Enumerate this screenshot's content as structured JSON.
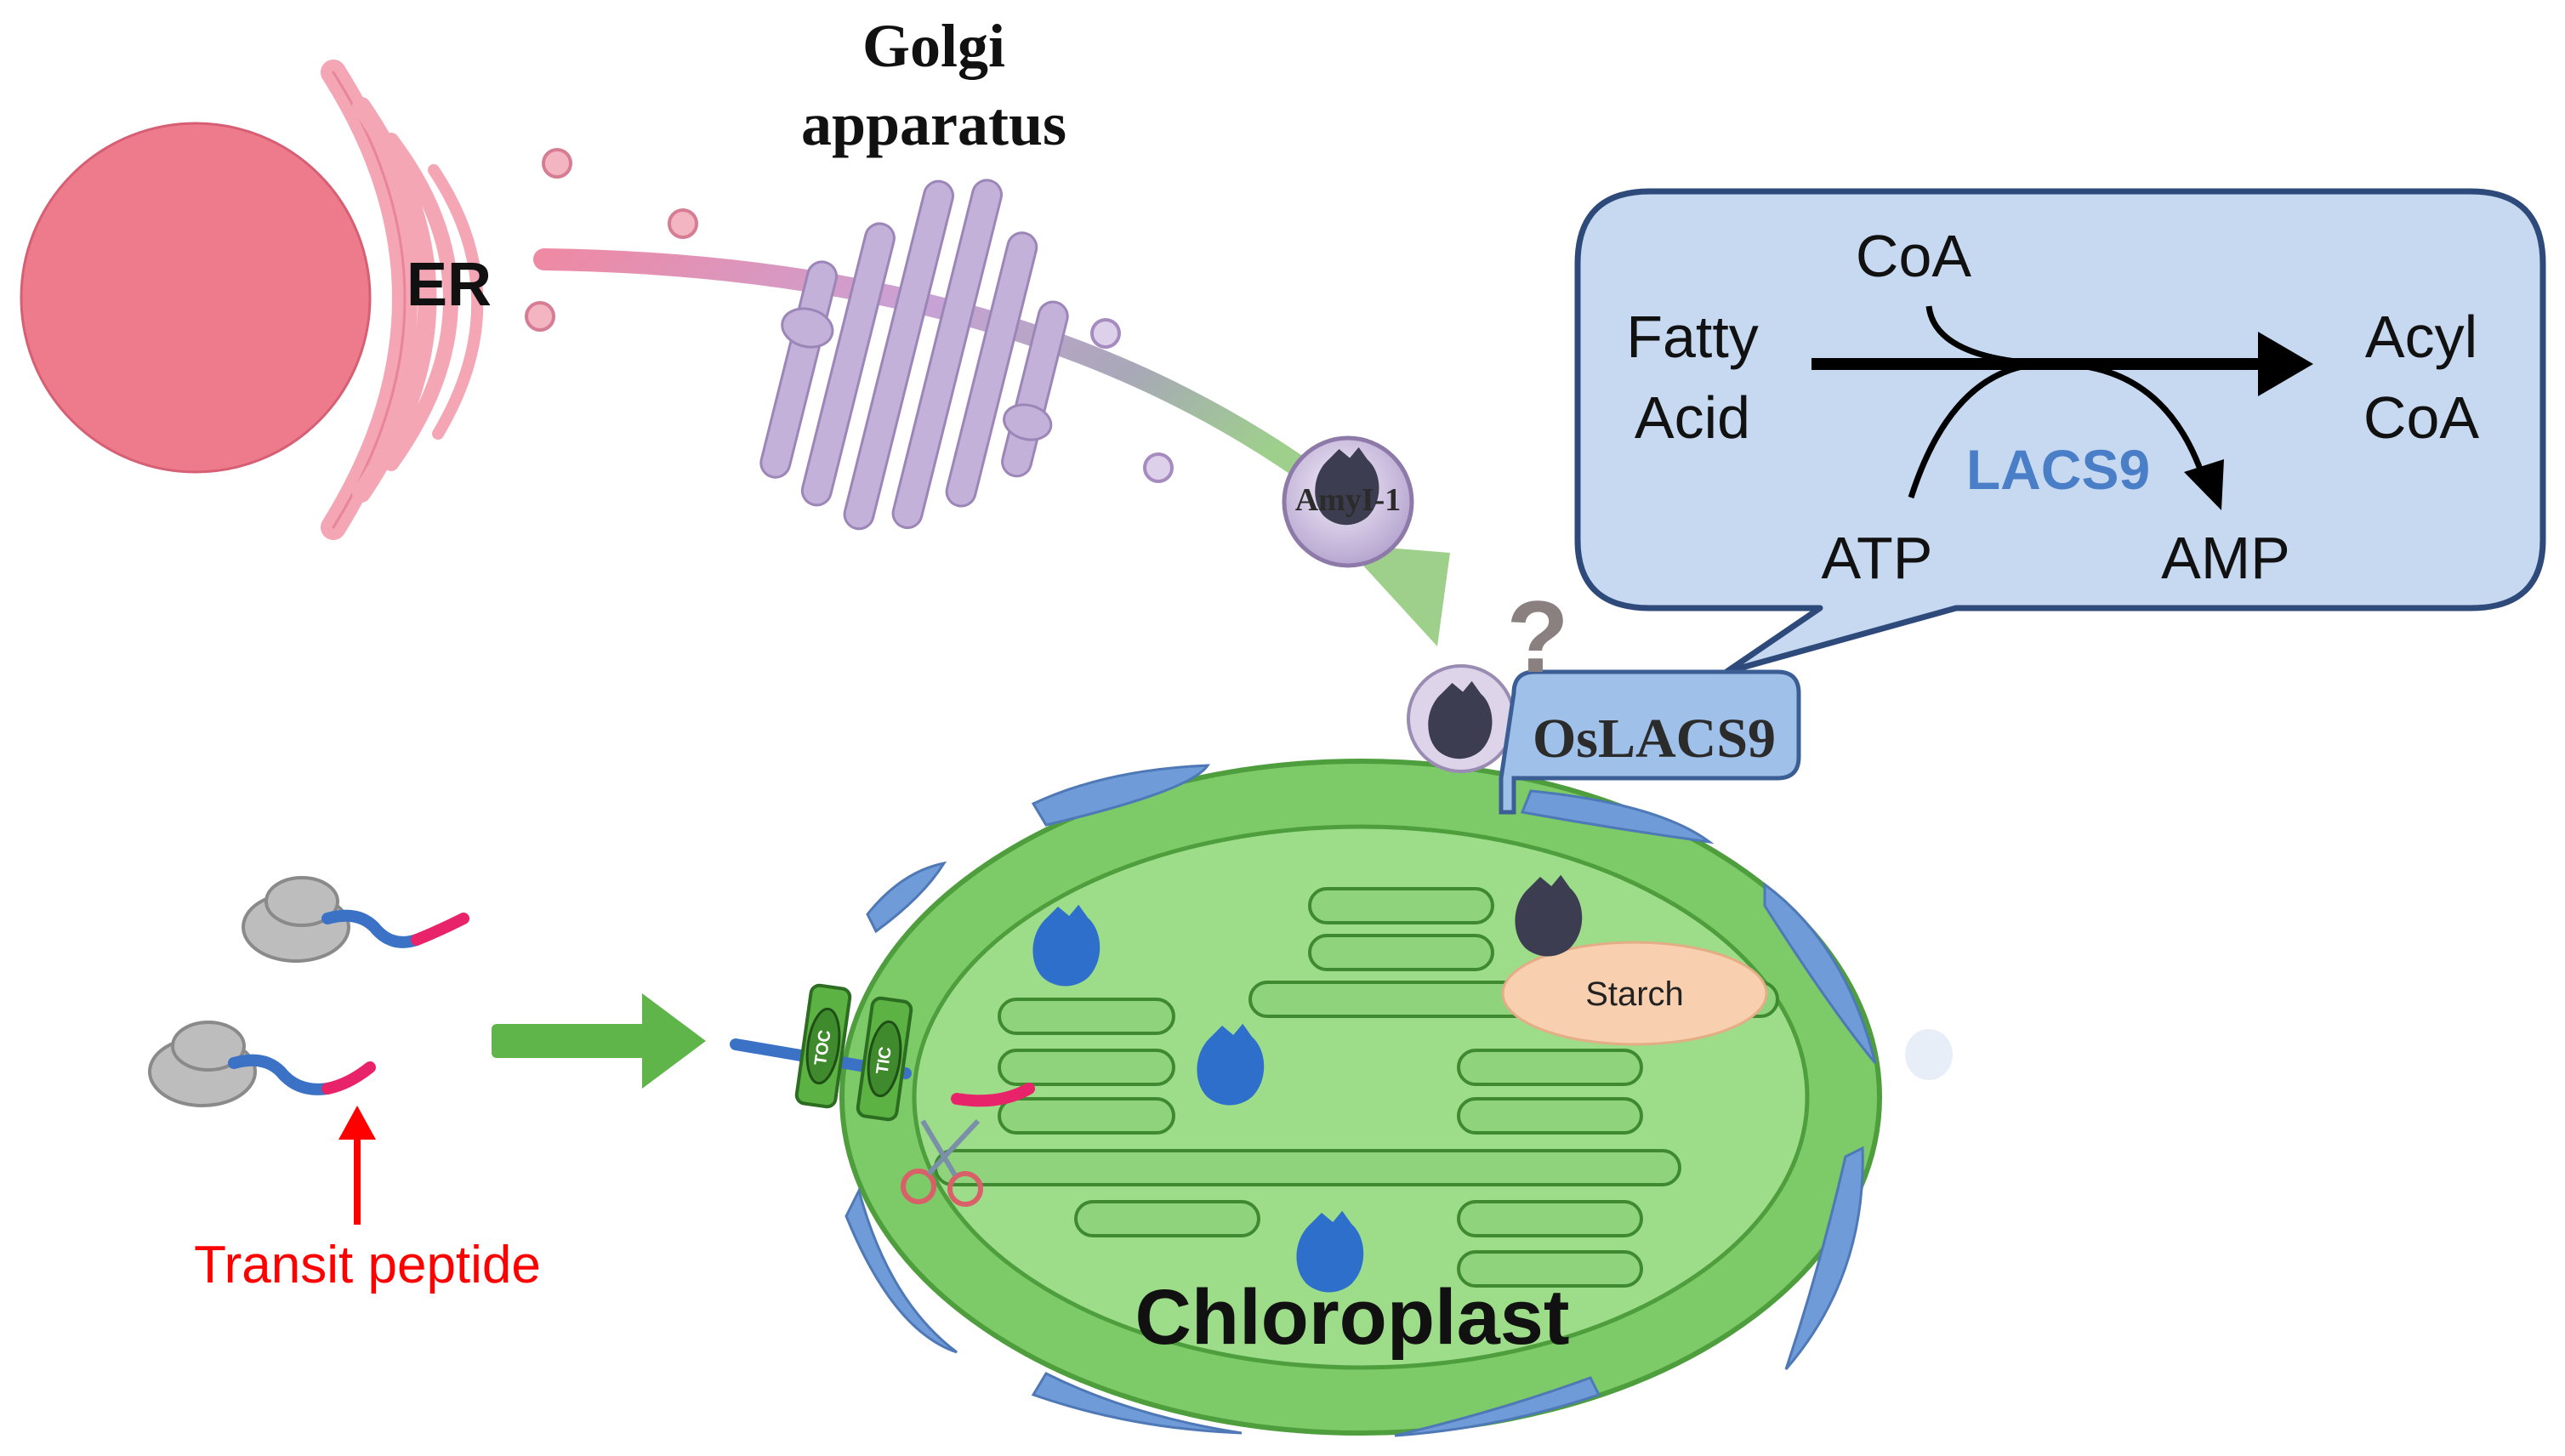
{
  "labels": {
    "golgi_line1": "Golgi",
    "golgi_line2": "apparatus",
    "er": "ER",
    "amyi1": "AmyI-1",
    "oslacs9": "OsLACS9",
    "question": "?",
    "starch": "Starch",
    "chloroplast": "Chloroplast",
    "transit_peptide": "Transit peptide",
    "toc": "TOC",
    "tic": "TIC"
  },
  "reaction": {
    "substrate_line1": "Fatty",
    "substrate_line2": "Acid",
    "product_line1": "Acyl",
    "product_line2": "CoA",
    "cofactor_in": "CoA",
    "energy_in": "ATP",
    "energy_out": "AMP",
    "enzyme": "LACS9"
  },
  "colors": {
    "er_sphere": "#ee7b8c",
    "er_membrane": "#f4a6b5",
    "golgi": "#c4b1d9",
    "chloroplast_outer": "#7cca68",
    "chloroplast_inner": "#9ddd89",
    "envelope_blue": "#6f9bd8",
    "thylakoid": "#8fd47c",
    "starch": "#f8d0b0",
    "callout_fill": "#c6d9f1",
    "callout_border": "#2e4a7a",
    "enzyme_text": "#4a7fc8",
    "transit_red": "#ff0000",
    "peptide_blue": "#3b72c6",
    "peptide_pink": "#e8236a",
    "ribosome": "#bdbdbd",
    "arrow_green": "#5fb44a",
    "protein_dark": "#3d3d52",
    "protein_blue": "#2d6fcb"
  }
}
